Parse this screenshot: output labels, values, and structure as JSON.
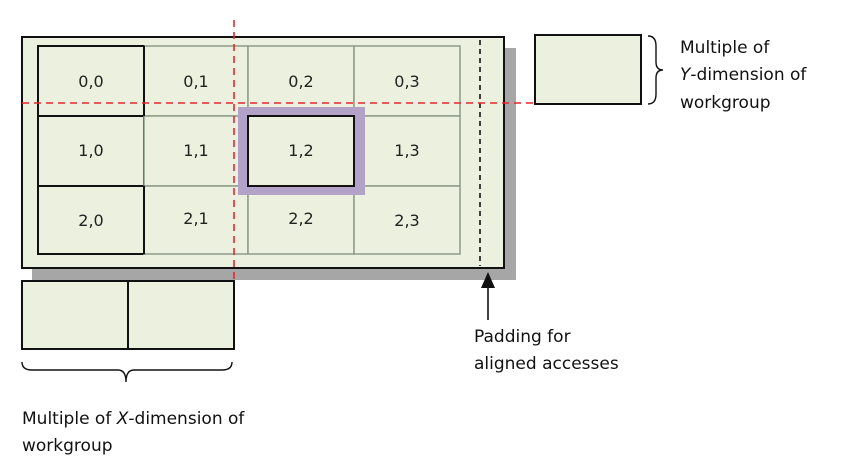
{
  "grid": {
    "rows": [
      [
        "0,0",
        "0,1",
        "0,2",
        "0,3"
      ],
      [
        "1,0",
        "1,1",
        "1,2",
        "1,3"
      ],
      [
        "2,0",
        "2,1",
        "2,2",
        "2,3"
      ]
    ],
    "highlighted_cell": "1,2"
  },
  "annotations": {
    "y_dimension": {
      "line1": "Multiple of",
      "line2_italic": "Y",
      "line2_rest": "-dimension of",
      "line3": "workgroup"
    },
    "padding": {
      "line1": "Padding for",
      "line2": "aligned accesses"
    },
    "x_dimension": {
      "line1_prefix": "Multiple of ",
      "line1_italic": "X",
      "line1_rest": "-dimension of",
      "line2": "workgroup"
    }
  },
  "colors": {
    "cell_fill": "#ebf1de",
    "cell_border": "#8f9a88",
    "block_border": "#111111",
    "shadow": "#a6a6a6",
    "dashed_red": "#e8262c",
    "highlight": "#b3a2c7"
  }
}
